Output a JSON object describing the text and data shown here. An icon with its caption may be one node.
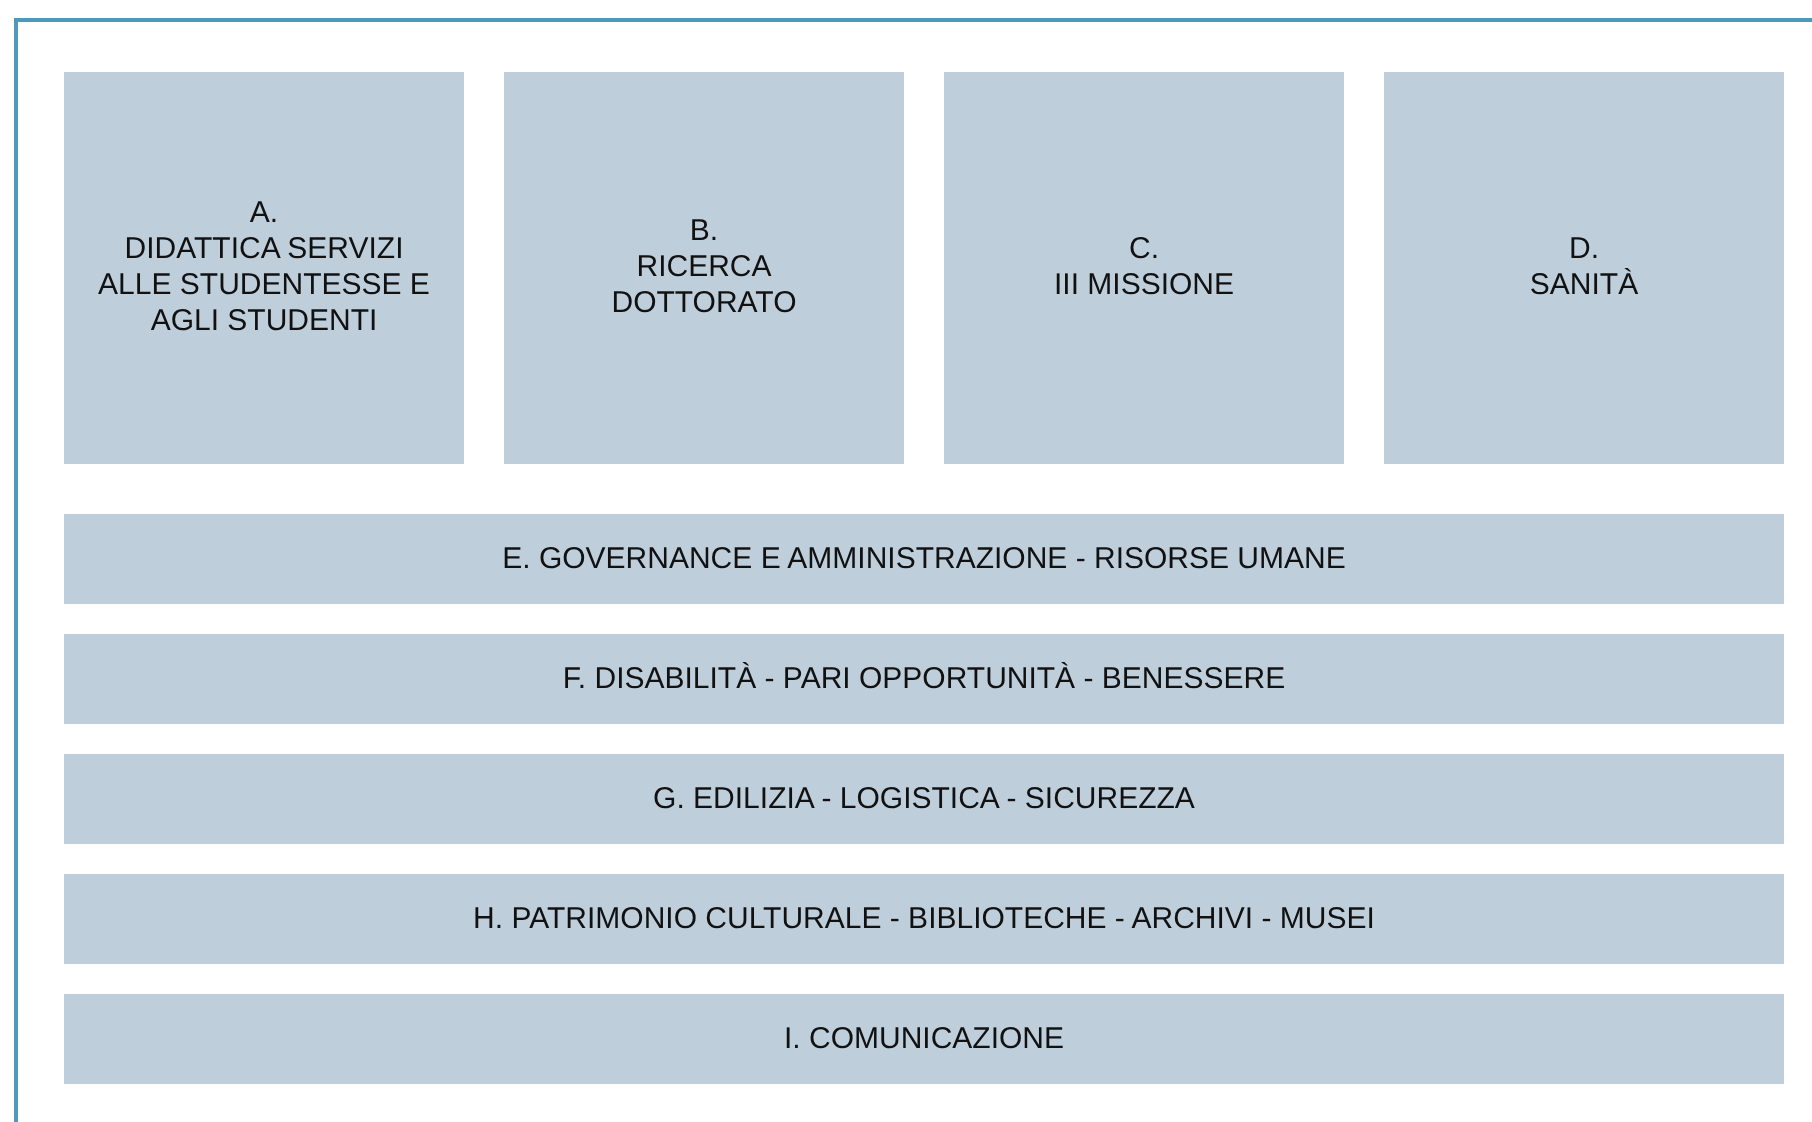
{
  "diagram": {
    "nodes": [
      {
        "text": [
          "A.",
          "DIDATTICA SERVIZI ALLE STUDENTESSE E AGLI STUDENTI"
        ]
      },
      {
        "text": [
          "B.",
          "RICERCA DOTTORATO"
        ]
      },
      {
        "text": [
          "C.",
          "III MISSIONE"
        ]
      },
      {
        "text": [
          "D.",
          "SANITÀ"
        ]
      },
      {
        "text": [
          "E. GOVERNANCE E AMMINISTRAZIONE - RISORSE UMANE"
        ]
      },
      {
        "text": [
          "F. DISABILITÀ - PARI OPPORTUNITÀ - BENESSERE"
        ]
      },
      {
        "text": [
          "G. EDILIZIA - LOGISTICA - SICUREZZA"
        ]
      },
      {
        "text": [
          "H. PATRIMONIO CULTURALE - BIBLIOTECHE - ARCHIVI - MUSEI"
        ]
      },
      {
        "text": [
          "I. COMUNICAZIONE"
        ]
      }
    ]
  }
}
